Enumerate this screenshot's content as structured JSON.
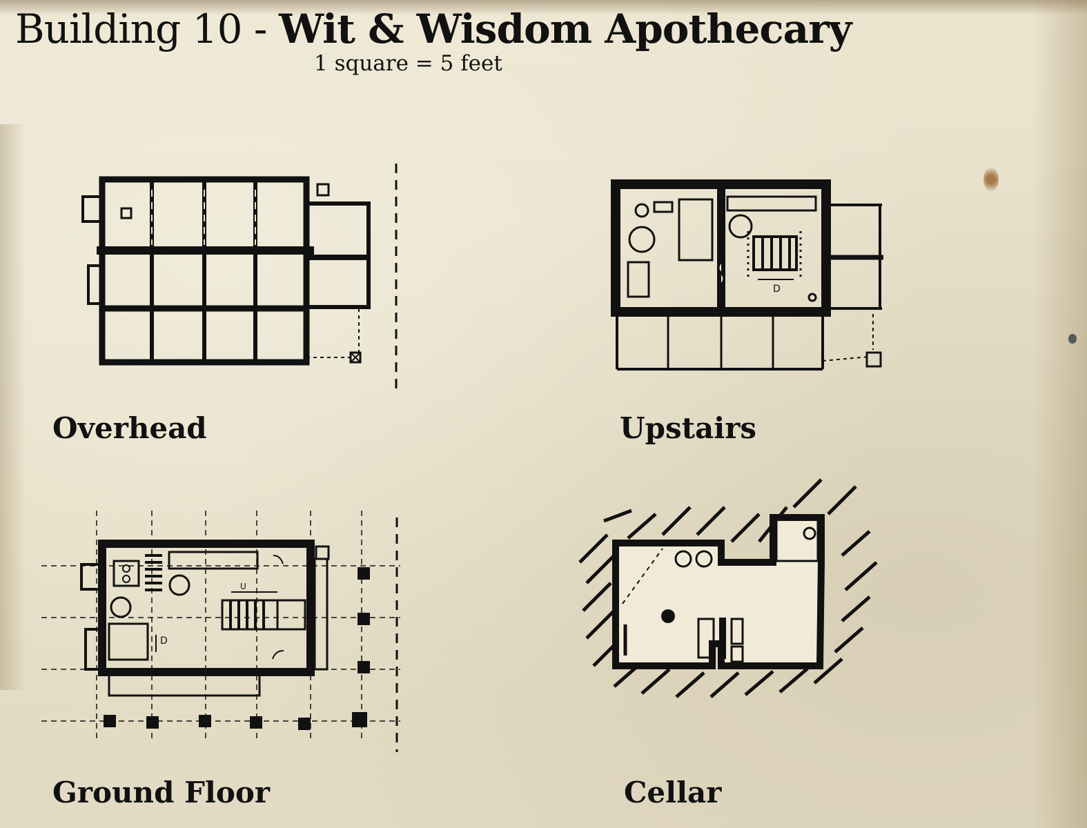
{
  "header": {
    "title_prefix": "Building 10 - ",
    "title_name": "Wit & Wisdom Apothecary",
    "scale_note": "1 square = 5 feet"
  },
  "floors": {
    "overhead": {
      "label": "Overhead"
    },
    "upstairs": {
      "label": "Upstairs",
      "stair_marker": "D"
    },
    "ground_floor": {
      "label": "Ground Floor",
      "stair_up_marker": "U",
      "stair_down_marker": "D"
    },
    "cellar": {
      "label": "Cellar"
    }
  },
  "colors": {
    "ink": "#111111",
    "paper": "#e9e2cc",
    "shadow": "#8c8576"
  }
}
